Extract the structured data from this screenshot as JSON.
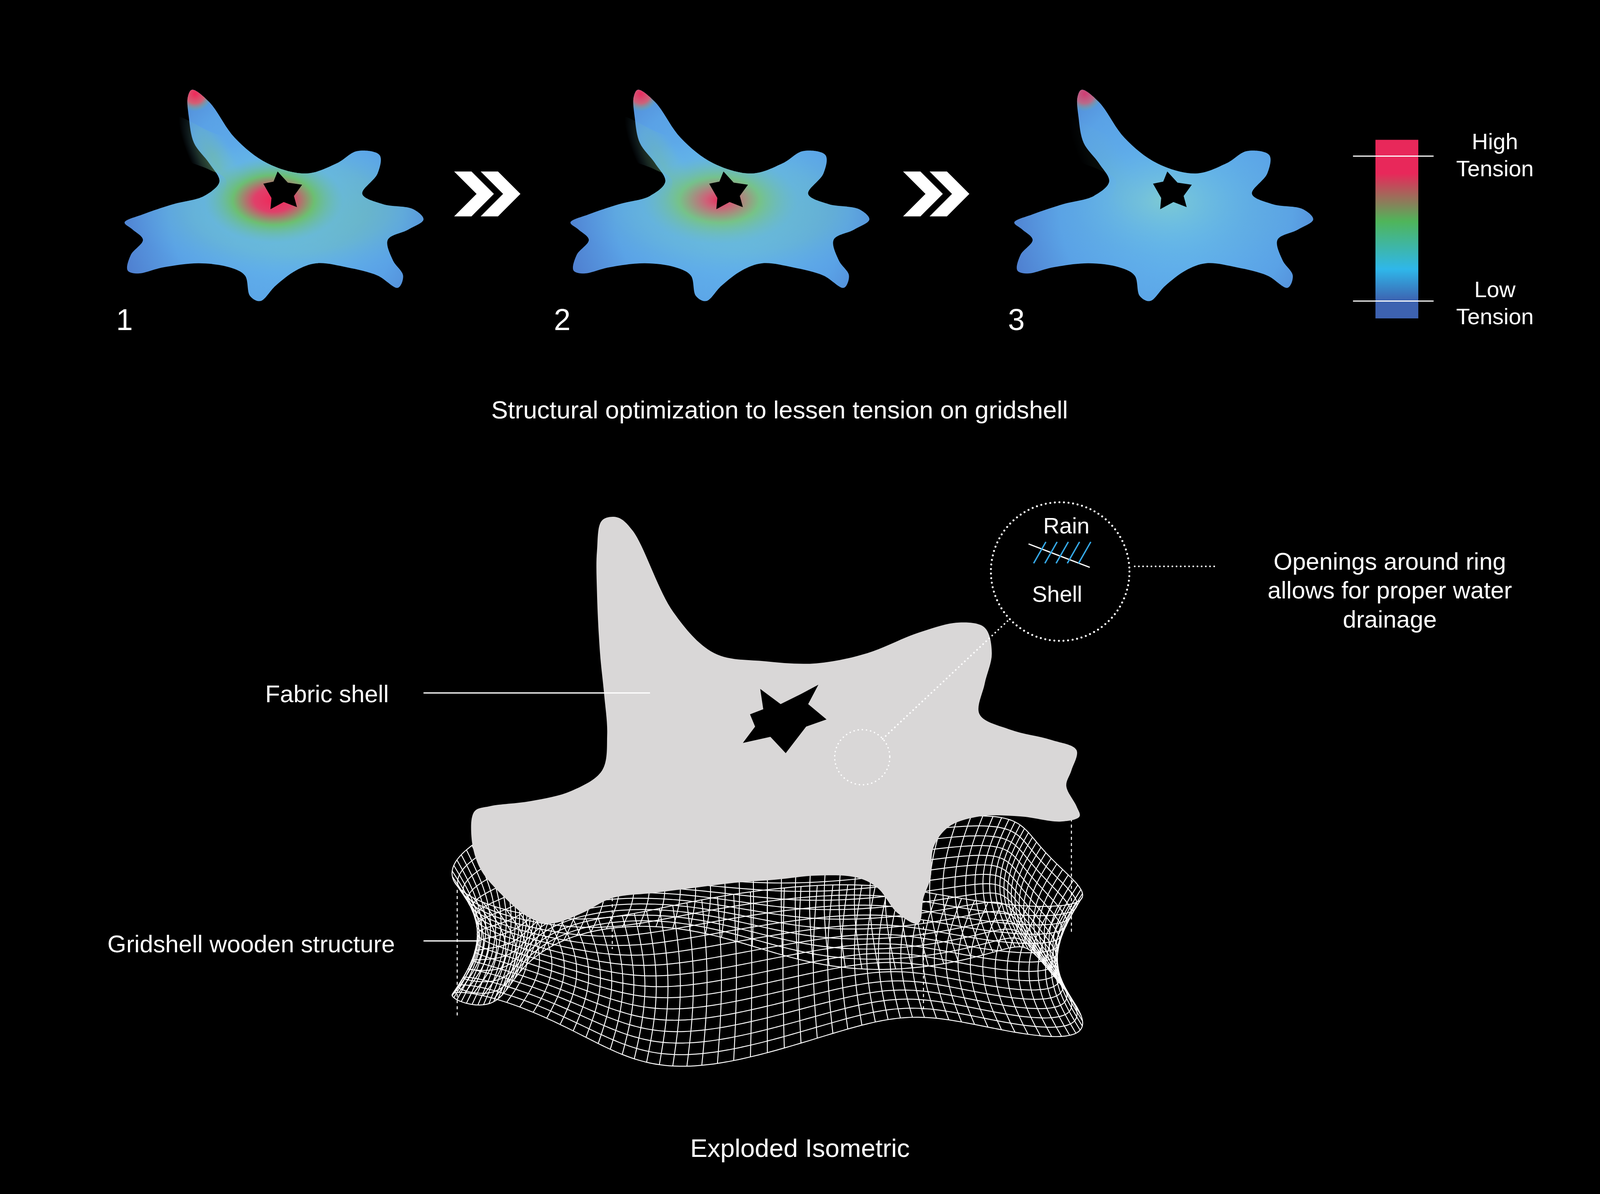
{
  "diagram": {
    "caption": "Exploded Isometric",
    "nodes": [
      {
        "text": [
          "Rain",
          "Shell"
        ]
      }
    ],
    "labels": [
      "1",
      "2",
      "3",
      "Structural optimization to lessen tension on gridshell",
      "Fabric shell",
      "Gridshell wooden structure",
      "Openings around ring allows for proper water drainage"
    ],
    "legend": [
      {
        "text": "High Tension",
        "color": "#e8285a"
      },
      {
        "text": "Low Tension",
        "color": "#3d62b0"
      }
    ]
  }
}
